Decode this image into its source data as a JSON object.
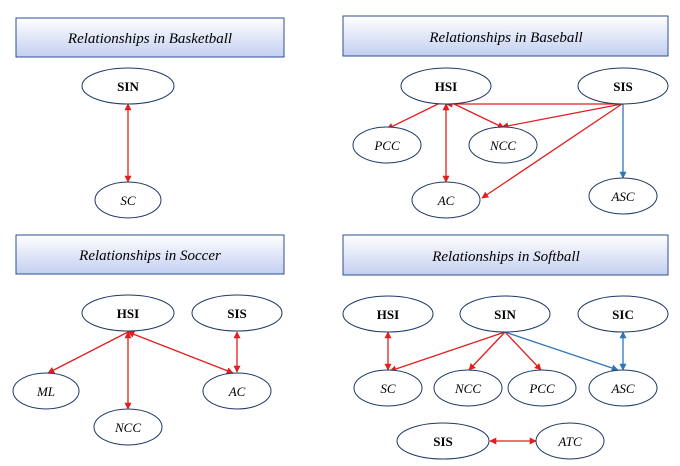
{
  "colors": {
    "red_arrow": "#e31e1e",
    "blue_arrow": "#2e75b6",
    "node_stroke": "#1f3864",
    "title_fill_top": "#ffffff",
    "title_fill_bottom": "#c9d4f2",
    "title_stroke": "#2f4f8f"
  },
  "panels": {
    "basketball": {
      "title": "Relationships in Basketball",
      "nodes": {
        "sin": "SIN",
        "sc": "SC"
      }
    },
    "baseball": {
      "title": "Relationships in Baseball",
      "nodes": {
        "hsi": "HSI",
        "sis": "SIS",
        "pcc": "PCC",
        "ncc": "NCC",
        "ac": "AC",
        "asc": "ASC"
      }
    },
    "soccer": {
      "title": "Relationships in Soccer",
      "nodes": {
        "hsi": "HSI",
        "sis": "SIS",
        "ml": "ML",
        "ac": "AC",
        "ncc": "NCC"
      }
    },
    "softball": {
      "title": "Relationships in Softball",
      "nodes": {
        "hsi": "HSI",
        "sin": "SIN",
        "sic": "SIC",
        "sc": "SC",
        "ncc": "NCC",
        "pcc": "PCC",
        "asc": "ASC",
        "sis": "SIS",
        "atc": "ATC"
      }
    }
  }
}
